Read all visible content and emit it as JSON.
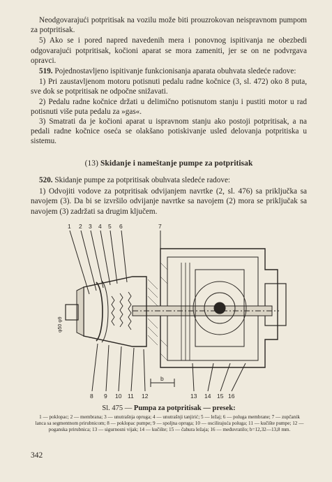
{
  "paragraphs": {
    "p1": "Neodgovarajući potpritisak na vozilu može biti prouzrokovan neispravnom pumpom za potpritisak.",
    "p2": "5) Ako se i pored napred navedenih mera i ponovnog ispitivanja ne obezbedi odgovarajući potpritisak, kočioni aparat se mora zameniti, jer se on ne podvrgava opravci.",
    "p3_num": "519.",
    "p3": " Pojednostavljeno ispitivanje funkcionisanja aparata obuhvata sledeće radove:",
    "p4": "1) Pri zaustavljenom motoru potisnuti pedalu radne kočnice (3, sl. 472) oko 8 puta, sve dok se potpritisak ne odpočne snižavati.",
    "p5": "2) Pedalu radne kočnice držati u delimično potisnutom stanju i pustiti motor u rad potisnuti više puta pedalu za »gas«.",
    "p6": "3) Smatrati da je kočioni aparat u ispravnom stanju ako postoji potpritisak, a na pedali radne kočnice oseća se olakšano potiskivanje usled delovanja potpritiska u sistemu.",
    "heading_num": "(13)",
    "heading_text": " Skidanje i nameštanje pumpe za potpritisak",
    "p7_num": "520.",
    "p7": " Skidanje pumpe za potpritisak obuhvata sledeće radove:",
    "p8": "1) Odvojiti vodove za potpritisak odvijanjem navrtke (2, sl. 476) sa priključka sa navojem (3). Da bi se izvršilo odvijanje navrtke sa navojem (2) mora se priključak sa navojem (3) zadržati sa drugim ključem."
  },
  "figure": {
    "top_labels": [
      "1",
      "2",
      "3",
      "4",
      "5",
      "6",
      "7"
    ],
    "bottom_labels": [
      "8",
      "9",
      "10",
      "11",
      "12",
      "b",
      "13",
      "14",
      "15",
      "16"
    ],
    "side_label": "φ50 φ9",
    "caption_prefix": "Sl. 475 — ",
    "caption_title": "Pumpa za potpritisak — presek:",
    "legend": "1 — poklopac; 2 — membrana; 3 — unutrašnja opruga; 4 — unutrašnji tanjirić; 5 — ležaj; 6 — poluga membrane; 7 — zupčanik lanca sa segmentnom prirubnicom; 8 — poklopac pumpe; 9 — spoljna opruga; 10 — oscilirajuća poluga; 11 — kučište pumpe; 12 — poganska prirubnica; 13 — sigurnosni vijak; 14 — kučište; 15 — čahura ležaja; 16 — međuvratilo; b=12,32—13,8 mm."
  },
  "page_number": "342"
}
